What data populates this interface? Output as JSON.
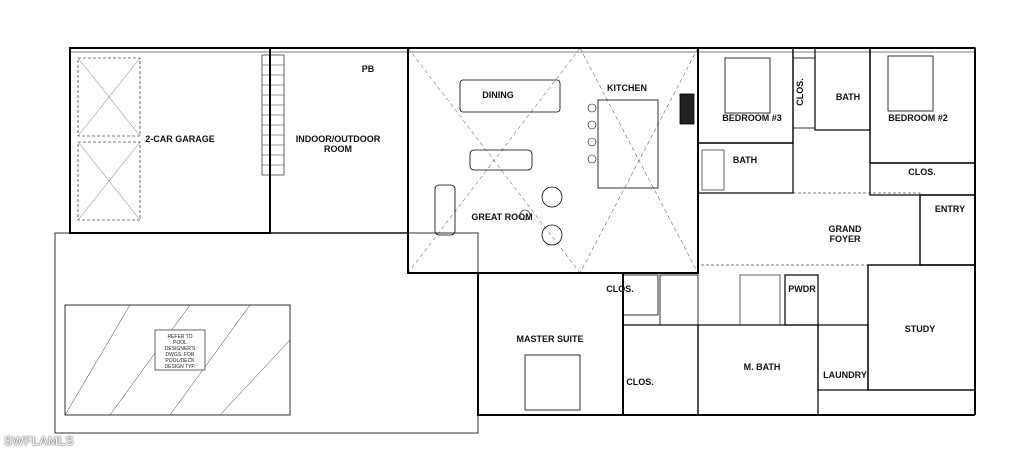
{
  "plan": {
    "rooms": {
      "garage": "2-CAR GARAGE",
      "indoor_outdoor": "INDOOR/OUTDOOR",
      "indoor_outdoor_2": "ROOM",
      "dining": "DINING",
      "kitchen": "KITCHEN",
      "great_room": "GREAT ROOM",
      "bedroom3": "BEDROOM #3",
      "bedroom2": "BEDROOM #2",
      "clos_b3": "CLOS.",
      "bath_top": "BATH",
      "bath_mid": "BATH",
      "clos_b2": "CLOS.",
      "grand_foyer": "GRAND",
      "grand_foyer_2": "FOYER",
      "entry": "ENTRY",
      "study": "STUDY",
      "master_suite": "MASTER SUITE",
      "clos_master_top": "CLOS.",
      "clos_master": "CLOS.",
      "m_bath": "M. BATH",
      "pwdr": "PWDR",
      "laundry": "LAUNDRY",
      "pb": "PB"
    },
    "pool_note": [
      "REFER TO",
      "POOL",
      "DESIGNER'S",
      "DWGS. FOR",
      "POOL/DECK",
      "DESIGN TYP."
    ]
  },
  "watermark": "SWFLAMLS"
}
